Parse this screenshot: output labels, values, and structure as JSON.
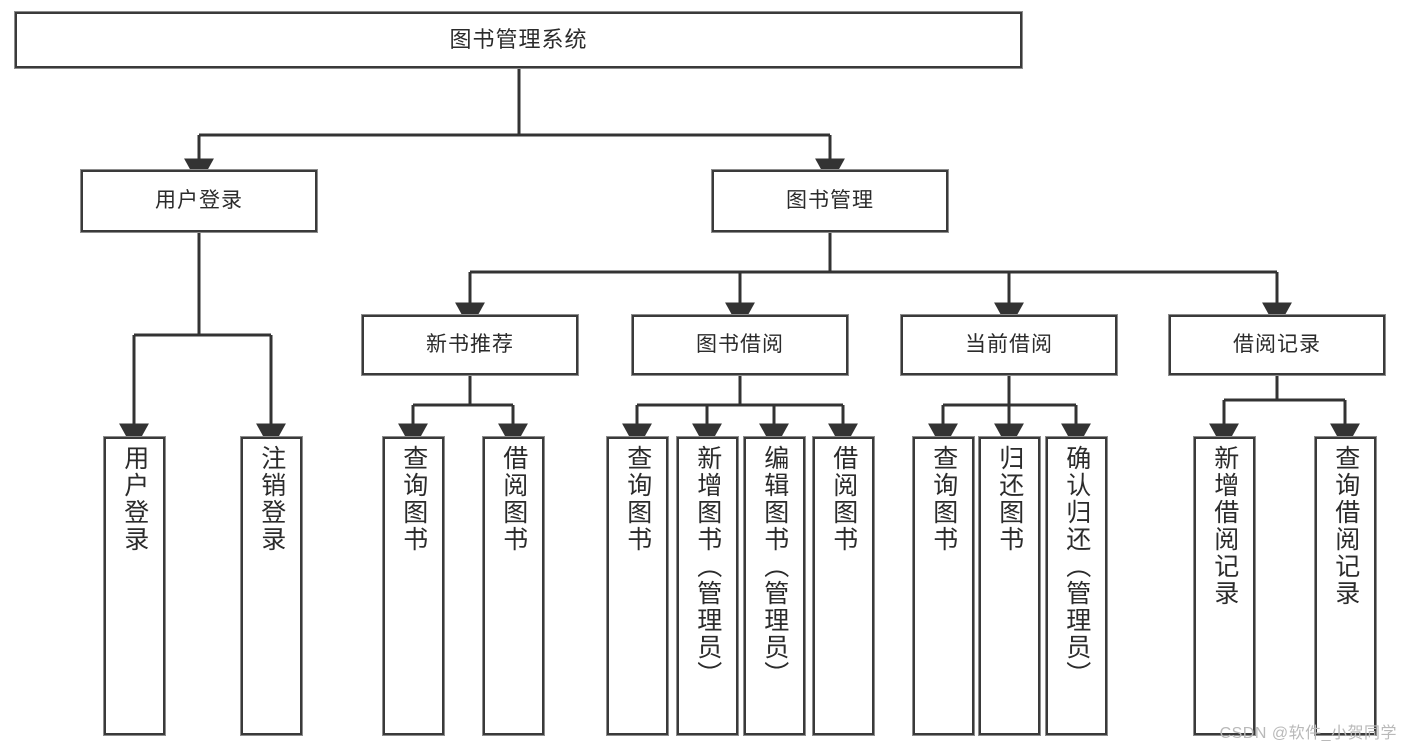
{
  "diagram": {
    "title": "图书管理系统",
    "type": "hierarchy-tree",
    "levels": 4,
    "colors": {
      "background": "#ffffff",
      "box_border": "#3a3a3a",
      "box_fill": "#ffffff",
      "edge": "#333333",
      "text": "#2b2b2b",
      "watermark": "#b9b9b9"
    },
    "root": {
      "label": "图书管理系统"
    },
    "level2": [
      {
        "label": "用户登录"
      },
      {
        "label": "图书管理"
      }
    ],
    "level3": [
      {
        "label": "新书推荐"
      },
      {
        "label": "图书借阅"
      },
      {
        "label": "当前借阅"
      },
      {
        "label": "借阅记录"
      }
    ],
    "leaves": {
      "user_login": [
        {
          "label": "用户登录"
        },
        {
          "label": "注销登录"
        }
      ],
      "new_book_recommend": [
        {
          "label": "查询图书"
        },
        {
          "label": "借阅图书"
        }
      ],
      "book_borrow": [
        {
          "label": "查询图书"
        },
        {
          "label": "新增图书（管理员）"
        },
        {
          "label": "编辑图书（管理员）"
        },
        {
          "label": "借阅图书"
        }
      ],
      "current_borrow": [
        {
          "label": "查询图书"
        },
        {
          "label": "归还图书"
        },
        {
          "label": "确认归还（管理员）"
        }
      ],
      "borrow_record": [
        {
          "label": "新增借阅记录"
        },
        {
          "label": "查询借阅记录"
        }
      ]
    }
  },
  "watermark": {
    "text": "CSDN @软件_小贺同学"
  }
}
